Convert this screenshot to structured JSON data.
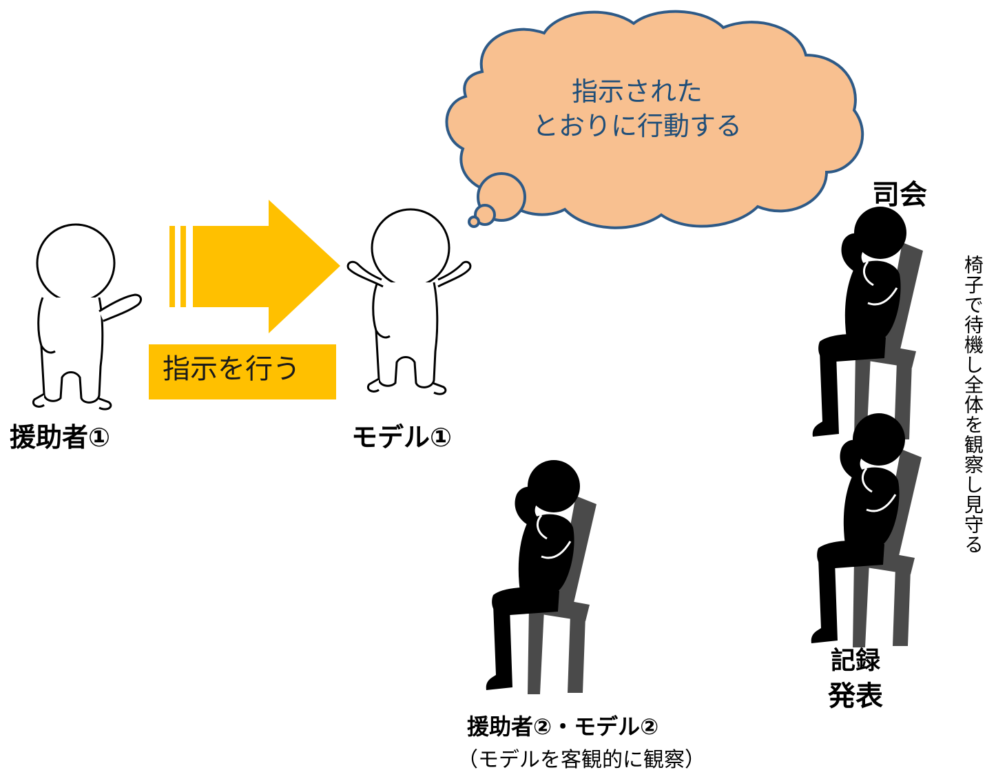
{
  "thought_bubble": {
    "line1": "指示された",
    "line2": "とおりに行動する"
  },
  "instruction_label": "指示を行う",
  "labels": {
    "helper1": "援助者①",
    "model1": "モデル①",
    "moderator": "司会",
    "recorder": "記録",
    "presenter": "発表",
    "helper2_model2": "援助者②・モデル②",
    "observe_note": "（モデルを客観的に観察）",
    "vertical_note": "椅子で待機し全体を観察し見守る"
  },
  "icons": [
    "standing-person-icon",
    "arrow-right-icon",
    "thought-cloud-icon",
    "seated-person-icon"
  ],
  "colors": {
    "arrow": "#ffc000",
    "cloud_fill": "#f8c090",
    "cloud_stroke": "#2e5a87",
    "cloud_text": "#1f4e79",
    "chair": "#4a4a4a",
    "figure": "#000000"
  }
}
